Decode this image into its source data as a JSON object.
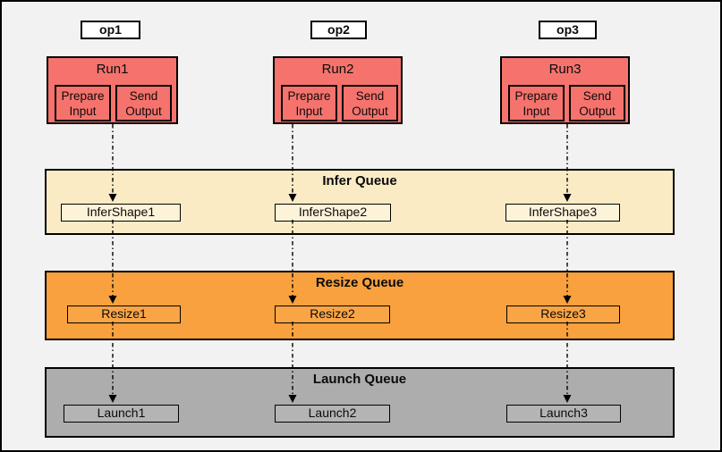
{
  "ops": [
    {
      "label": "op1",
      "run": "Run1",
      "prepare": "Prepare Input",
      "send": "Send Output"
    },
    {
      "label": "op2",
      "run": "Run2",
      "prepare": "Prepare Input",
      "send": "Send Output"
    },
    {
      "label": "op3",
      "run": "Run3",
      "prepare": "Prepare Input",
      "send": "Send Output"
    }
  ],
  "queues": [
    {
      "title": "Infer Queue",
      "items": [
        "InferShape1",
        "InferShape2",
        "InferShape3"
      ]
    },
    {
      "title": "Resize Queue",
      "items": [
        "Resize1",
        "Resize2",
        "Resize3"
      ]
    },
    {
      "title": "Launch Queue",
      "items": [
        "Launch1",
        "Launch2",
        "Launch3"
      ]
    }
  ],
  "colors": {
    "background": "#F2F2F2",
    "border": "#000000",
    "op_box_fill": "#FFFFFF",
    "run_fill": "#F6736D",
    "infer_band": "#FBEBC5",
    "infer_box": "#FDF3D9",
    "resize_band": "#F9A13E",
    "resize_box": "#F9A546",
    "launch_band": "#ADADAD",
    "launch_box": "#B4B4B4"
  }
}
